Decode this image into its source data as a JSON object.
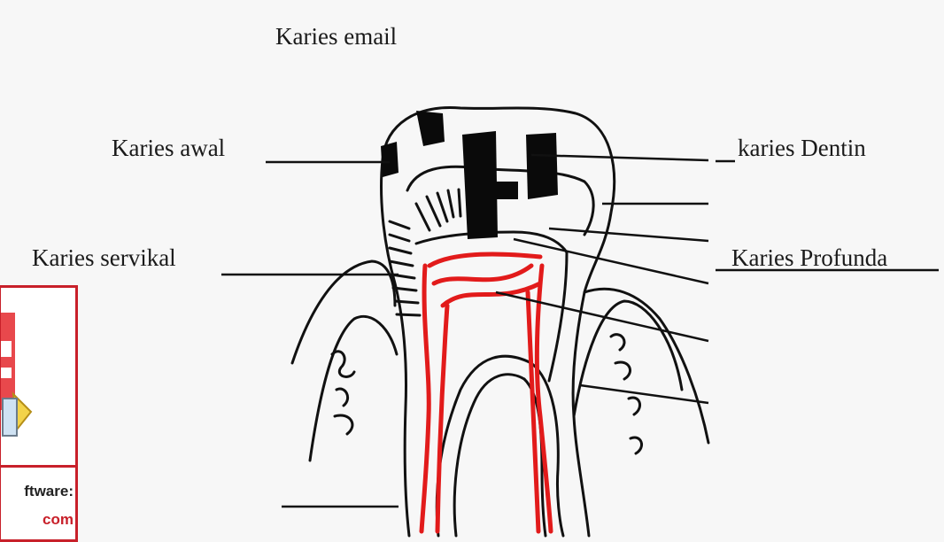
{
  "labels": {
    "email": "Karies email",
    "awal": "Karies awal",
    "dentin": "karies Dentin",
    "servikal": "Karies servikal",
    "profunda": "Karies Profunda"
  },
  "overlay": {
    "line1": "ftware:",
    "line2": "com"
  },
  "colors": {
    "outline": "#111111",
    "pulp": "#e21b1b",
    "caries": "#0a0a0a",
    "overlay_border": "#c8202a"
  }
}
